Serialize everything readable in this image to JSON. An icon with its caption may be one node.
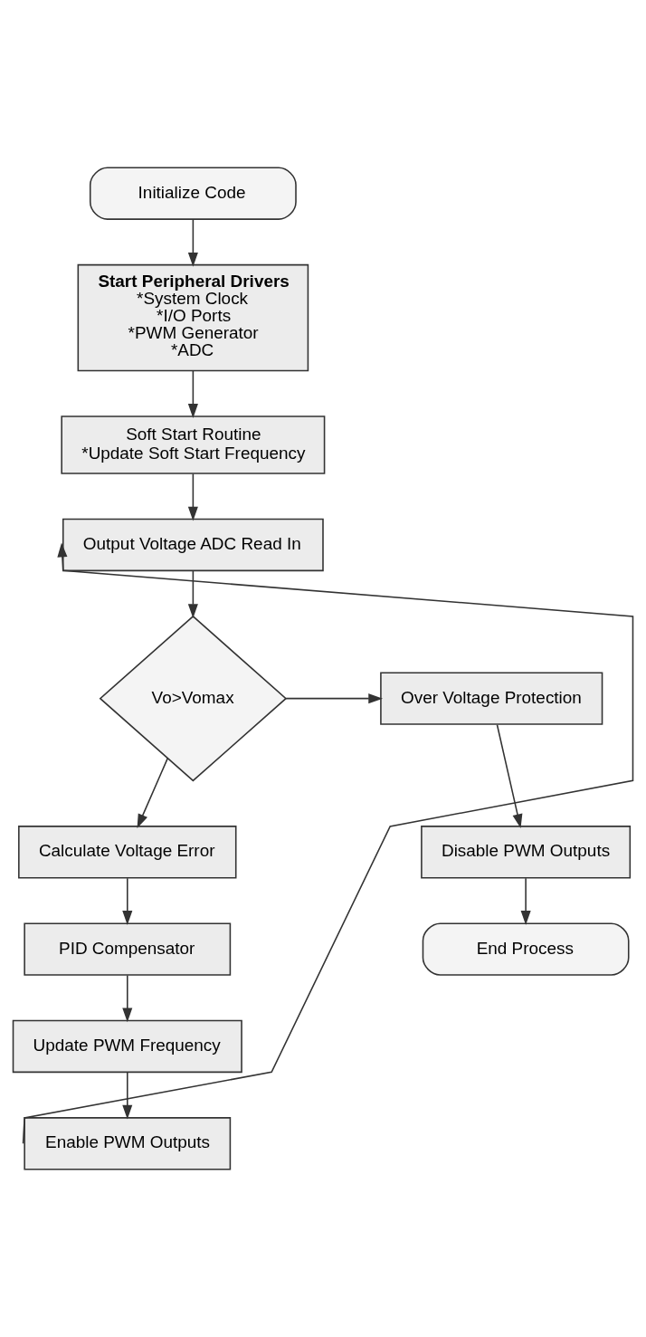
{
  "diagram": {
    "nodes": [
      {
        "text": [
          "Initialize Code"
        ]
      },
      {
        "text": [
          "Start Peripheral Drivers",
          "*System Clock",
          "*I/O Ports",
          "*PWM Generator",
          "*ADC"
        ]
      },
      {
        "text": [
          "Soft Start Routine",
          "*Update Soft Start Frequency"
        ]
      },
      {
        "text": [
          "Output Voltage ADC Read In"
        ]
      },
      {
        "text": [
          "Vo>Vomax"
        ]
      },
      {
        "text": [
          "Over Voltage Protection"
        ]
      },
      {
        "text": [
          "Disable PWM Outputs"
        ]
      },
      {
        "text": [
          "End Process"
        ]
      },
      {
        "text": [
          "Calculate Voltage Error"
        ]
      },
      {
        "text": [
          "PID Compensator"
        ]
      },
      {
        "text": [
          "Update PWM Frequency"
        ]
      },
      {
        "text": [
          "Enable PWM Outputs"
        ]
      }
    ],
    "edges": [
      {
        "from": 0,
        "to": 1,
        "arrow": "to"
      },
      {
        "from": 1,
        "to": 2,
        "arrow": "to"
      },
      {
        "from": 2,
        "to": 3,
        "arrow": "to"
      },
      {
        "from": 3,
        "to": 4,
        "arrow": "to"
      },
      {
        "from": 4,
        "to": 5,
        "arrow": "to"
      },
      {
        "from": 5,
        "to": 6,
        "arrow": "to"
      },
      {
        "from": 6,
        "to": 7,
        "arrow": "to"
      },
      {
        "from": 4,
        "to": 8,
        "arrow": "to"
      },
      {
        "from": 8,
        "to": 9,
        "arrow": "to"
      },
      {
        "from": 9,
        "to": 10,
        "arrow": "to"
      },
      {
        "from": 10,
        "to": 11,
        "arrow": "to"
      },
      {
        "from": 11,
        "to": 3,
        "arrow": "to"
      }
    ]
  }
}
